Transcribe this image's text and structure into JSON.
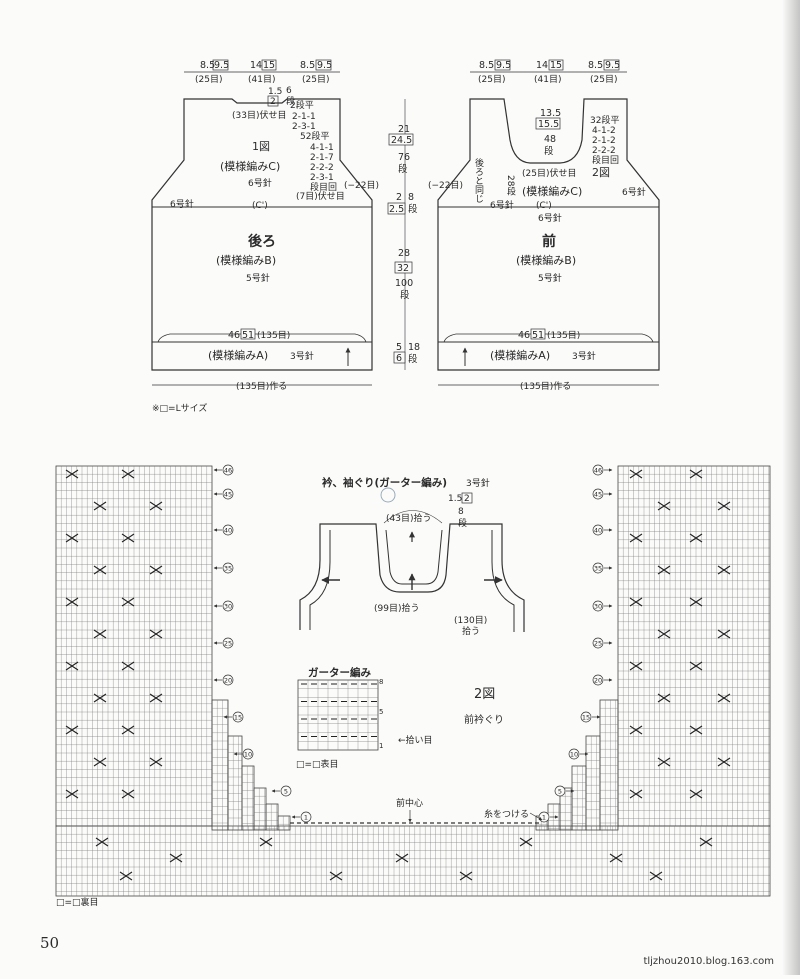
{
  "page_number": "50",
  "credit": "tljzhou2010.blog.163.com",
  "back_piece": {
    "top_widths": [
      "8.5",
      "9.5",
      "14",
      "15",
      "8.5",
      "9.5"
    ],
    "top_counts": [
      "(25目)",
      "(41目)",
      "(25目)"
    ],
    "neck_depth": [
      "1.5",
      "2",
      "6",
      "段"
    ],
    "bindoff_33": "(33目)伏せ目",
    "neck_dec": [
      "2段平",
      "2-1-1",
      "2-3-1"
    ],
    "figure_ref": "1図",
    "pattern_c": "(模様編みC)",
    "needle6": "6号針",
    "armhole_dec": [
      "52段平",
      "4-1-1",
      "2-1-7",
      "2-2-2",
      "2-3-1",
      "段目回"
    ],
    "bindoff_7": "(7目)伏せ目",
    "side_dec": "(−22目)",
    "c_prime": "(C')",
    "title": "後ろ",
    "pattern_b": "(模様編みB)",
    "needle5": "5号針",
    "hem_width": [
      "46",
      "51",
      "(135目)"
    ],
    "pattern_a": "(模様編みA)",
    "needle3": "3号針",
    "cast_on": "(135目)作る"
  },
  "center_dims": [
    "21",
    "24.5",
    "76",
    "段",
    "2",
    "2.5",
    "8",
    "段",
    "28",
    "32",
    "100",
    "段",
    "5",
    "6",
    "18",
    "段"
  ],
  "front_piece": {
    "neck_depth": [
      "13.5",
      "15.5",
      "48",
      "段"
    ],
    "neck_dec": [
      "32段平",
      "4-1-2",
      "2-1-2",
      "2-2-2",
      "段目回"
    ],
    "side_note": "後ろと同じ",
    "rows28": "28段",
    "bindoff_25": "(25目)伏せ目",
    "figure_ref": "2図",
    "title": "前"
  },
  "l_size_note": "※□=Lサイズ",
  "finishing": {
    "title": "衿、袖ぐり(ガーター編み)",
    "needle": "3号針",
    "pick_43": "(43目)拾う",
    "pick_99": "(99目)拾う",
    "pick_130": [
      "(130目)",
      "拾う"
    ],
    "width": [
      "1.5",
      "2",
      "8",
      "段"
    ]
  },
  "garter": {
    "title": "ガーター編み",
    "row_numbers": [
      "8",
      "5",
      "1"
    ],
    "pickup_label": "←拾い目",
    "legend": "□=□表目"
  },
  "chart": {
    "figure_ref": "2図",
    "label": "前衿ぐり",
    "center_label": "前中心",
    "attach_label": "糸をつける",
    "row_markers": [
      "46",
      "45",
      "40",
      "35",
      "30",
      "25",
      "20",
      "15",
      "10",
      "5",
      "1"
    ],
    "bottom_legend": "□=□裏目"
  }
}
